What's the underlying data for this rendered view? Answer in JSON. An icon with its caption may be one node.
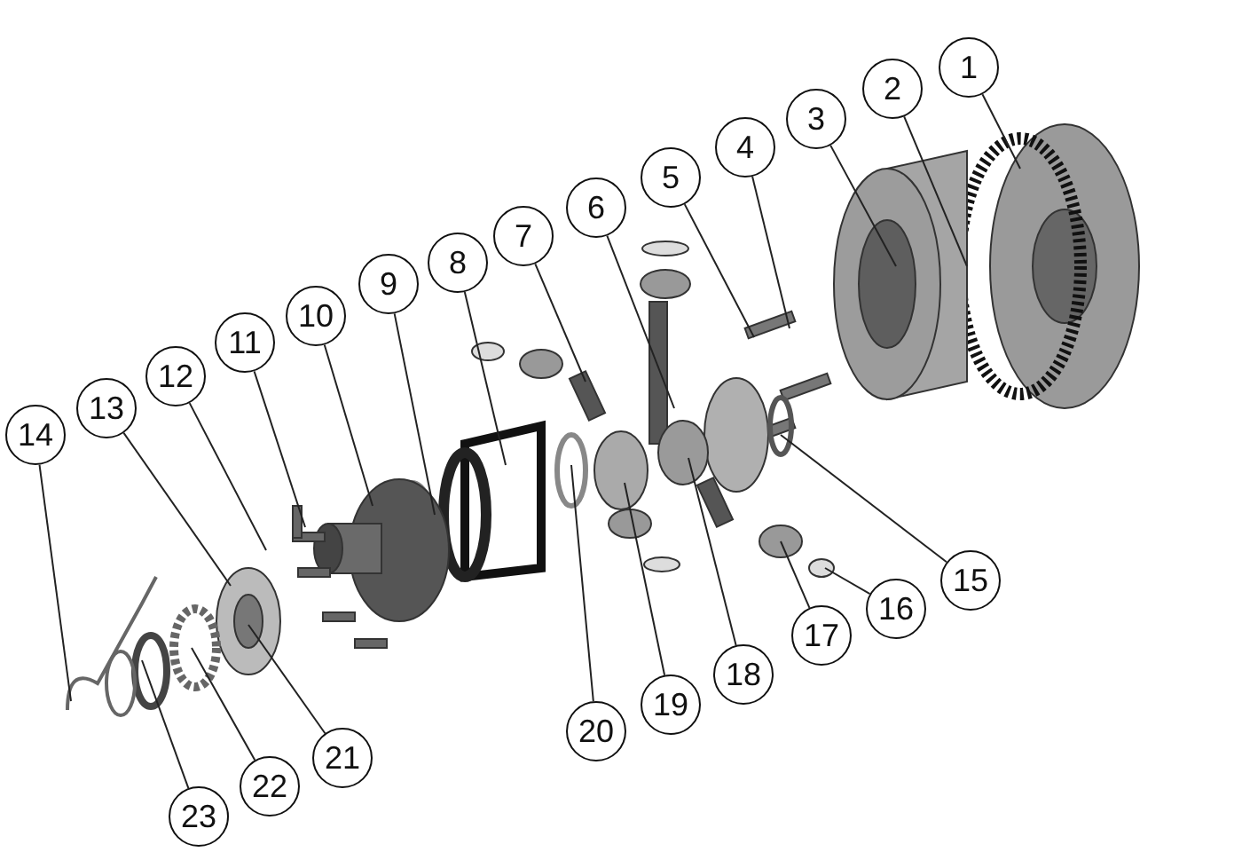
{
  "diagram": {
    "nodes": [
      {
        "text": [
          "1"
        ]
      },
      {
        "text": [
          "2"
        ]
      },
      {
        "text": [
          "3"
        ]
      },
      {
        "text": [
          "4"
        ]
      },
      {
        "text": [
          "5"
        ]
      },
      {
        "text": [
          "6"
        ]
      },
      {
        "text": [
          "7"
        ]
      },
      {
        "text": [
          "8"
        ]
      },
      {
        "text": [
          "9"
        ]
      },
      {
        "text": [
          "10"
        ]
      },
      {
        "text": [
          "11"
        ]
      },
      {
        "text": [
          "12"
        ]
      },
      {
        "text": [
          "13"
        ]
      },
      {
        "text": [
          "14"
        ]
      },
      {
        "text": [
          "15"
        ]
      },
      {
        "text": [
          "16"
        ]
      },
      {
        "text": [
          "17"
        ]
      },
      {
        "text": [
          "18"
        ]
      },
      {
        "text": [
          "19"
        ]
      },
      {
        "text": [
          "20"
        ]
      },
      {
        "text": [
          "21"
        ]
      },
      {
        "text": [
          "22"
        ]
      },
      {
        "text": [
          "23"
        ]
      }
    ],
    "edges": [
      {
        "from": 0,
        "to": null,
        "arrow": "none"
      },
      {
        "from": 1,
        "to": null,
        "arrow": "none"
      },
      {
        "from": 2,
        "to": null,
        "arrow": "none"
      },
      {
        "from": 3,
        "to": null,
        "arrow": "none"
      },
      {
        "from": 4,
        "to": null,
        "arrow": "none"
      },
      {
        "from": 5,
        "to": null,
        "arrow": "none"
      },
      {
        "from": 6,
        "to": null,
        "arrow": "none"
      },
      {
        "from": 7,
        "to": null,
        "arrow": "none"
      },
      {
        "from": 8,
        "to": null,
        "arrow": "none"
      },
      {
        "from": 9,
        "to": null,
        "arrow": "none"
      },
      {
        "from": 10,
        "to": null,
        "arrow": "none"
      },
      {
        "from": 11,
        "to": null,
        "arrow": "none"
      },
      {
        "from": 12,
        "to": null,
        "arrow": "none"
      },
      {
        "from": 13,
        "to": null,
        "arrow": "none"
      },
      {
        "from": 14,
        "to": null,
        "arrow": "none"
      },
      {
        "from": 15,
        "to": null,
        "arrow": "none"
      },
      {
        "from": 16,
        "to": null,
        "arrow": "none"
      },
      {
        "from": 17,
        "to": null,
        "arrow": "none"
      },
      {
        "from": 18,
        "to": null,
        "arrow": "none"
      },
      {
        "from": 19,
        "to": null,
        "arrow": "none"
      },
      {
        "from": 20,
        "to": null,
        "arrow": "none"
      },
      {
        "from": 21,
        "to": null,
        "arrow": "none"
      },
      {
        "from": 22,
        "to": null,
        "arrow": "none"
      }
    ]
  }
}
